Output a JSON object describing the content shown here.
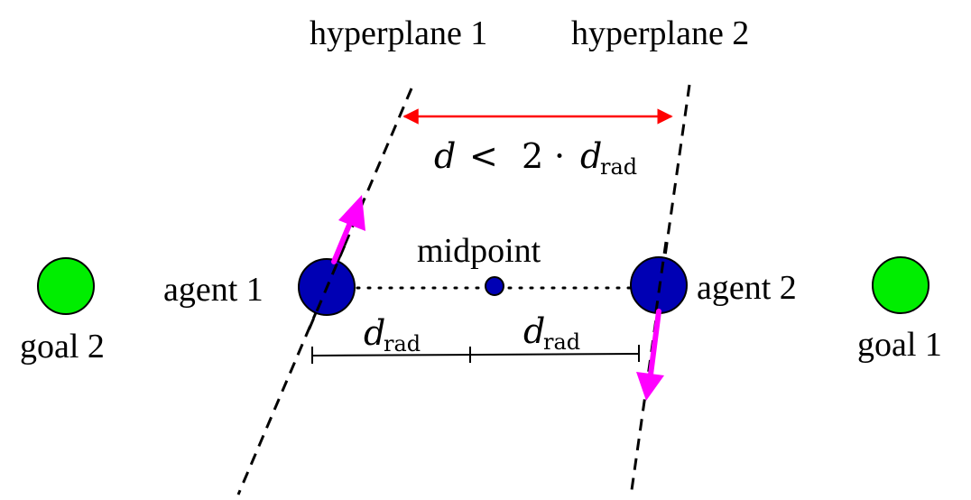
{
  "labels": {
    "hyperplane_1": "hyperplane 1",
    "hyperplane_2": "hyperplane 2",
    "midpoint": "midpoint",
    "agent_1": "agent 1",
    "agent_2": "agent 2",
    "goal_1": "goal 1",
    "goal_2": "goal 2"
  },
  "distance_label": {
    "d": "d",
    "lt": "<",
    "two": "2",
    "dot": "·",
    "d_rad": "d",
    "rad_sub": "rad"
  },
  "d_rad_left": {
    "d": "d",
    "sub": "rad"
  },
  "d_rad_right": {
    "d": "d",
    "sub": "rad"
  },
  "colors": {
    "agent": "#0000b4",
    "goal": "#00ee00",
    "velocity_arrow": "#ff00ff",
    "distance_arrow": "#ff0000",
    "stroke": "#000000"
  }
}
